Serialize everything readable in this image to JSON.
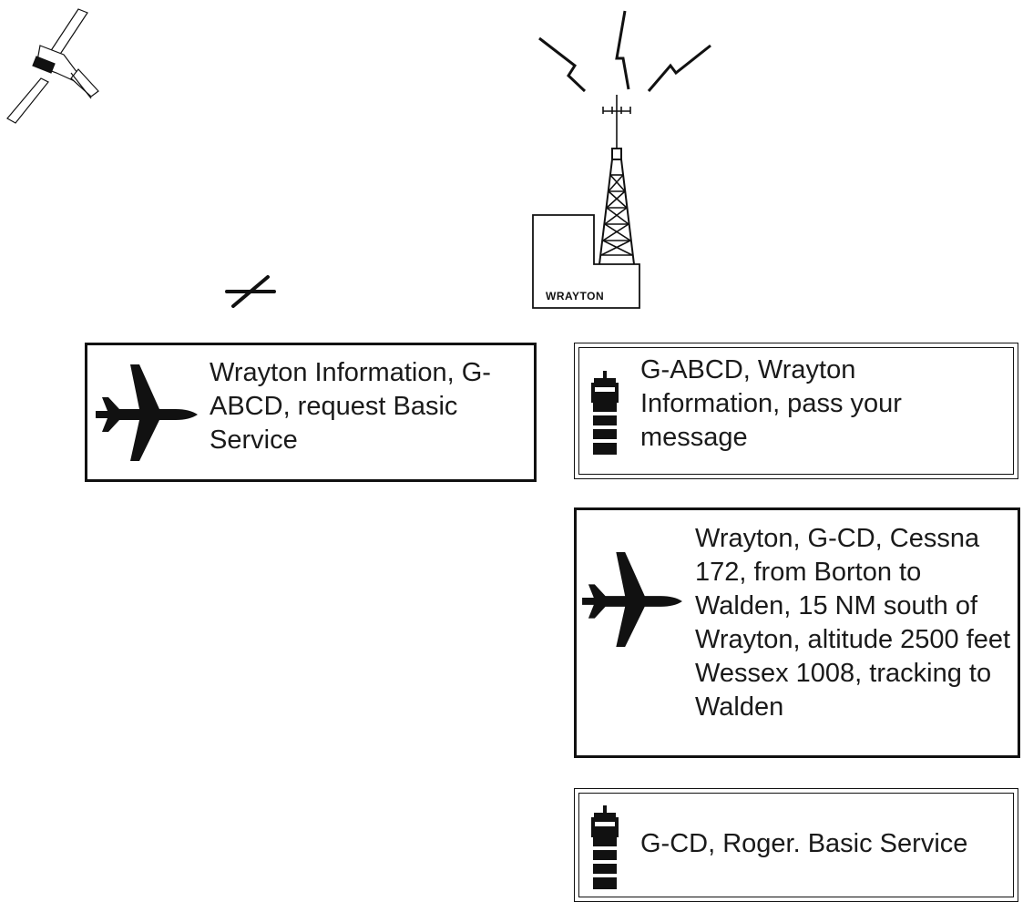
{
  "station": {
    "name": "WRAYTON"
  },
  "messages": [
    {
      "speaker": "pilot",
      "text": "Wrayton Information, G-ABCD, request Basic Service"
    },
    {
      "speaker": "atc",
      "text": "G-ABCD, Wrayton Information, pass your message"
    },
    {
      "speaker": "pilot",
      "text": "Wrayton, G-CD, Cessna 172, from Borton to Walden, 15 NM south of Wrayton, altitude 2500 feet Wessex 1008, tracking to Walden"
    },
    {
      "speaker": "atc",
      "text": "G-CD, Roger. Basic Service"
    }
  ],
  "icons": {
    "aircraft": "light-aircraft-icon",
    "radio_mast": "radio-mast-icon",
    "lightning": "lightning-icon",
    "position_mark": "position-mark-icon",
    "pilot": "airplane-icon",
    "atc": "control-tower-icon"
  }
}
